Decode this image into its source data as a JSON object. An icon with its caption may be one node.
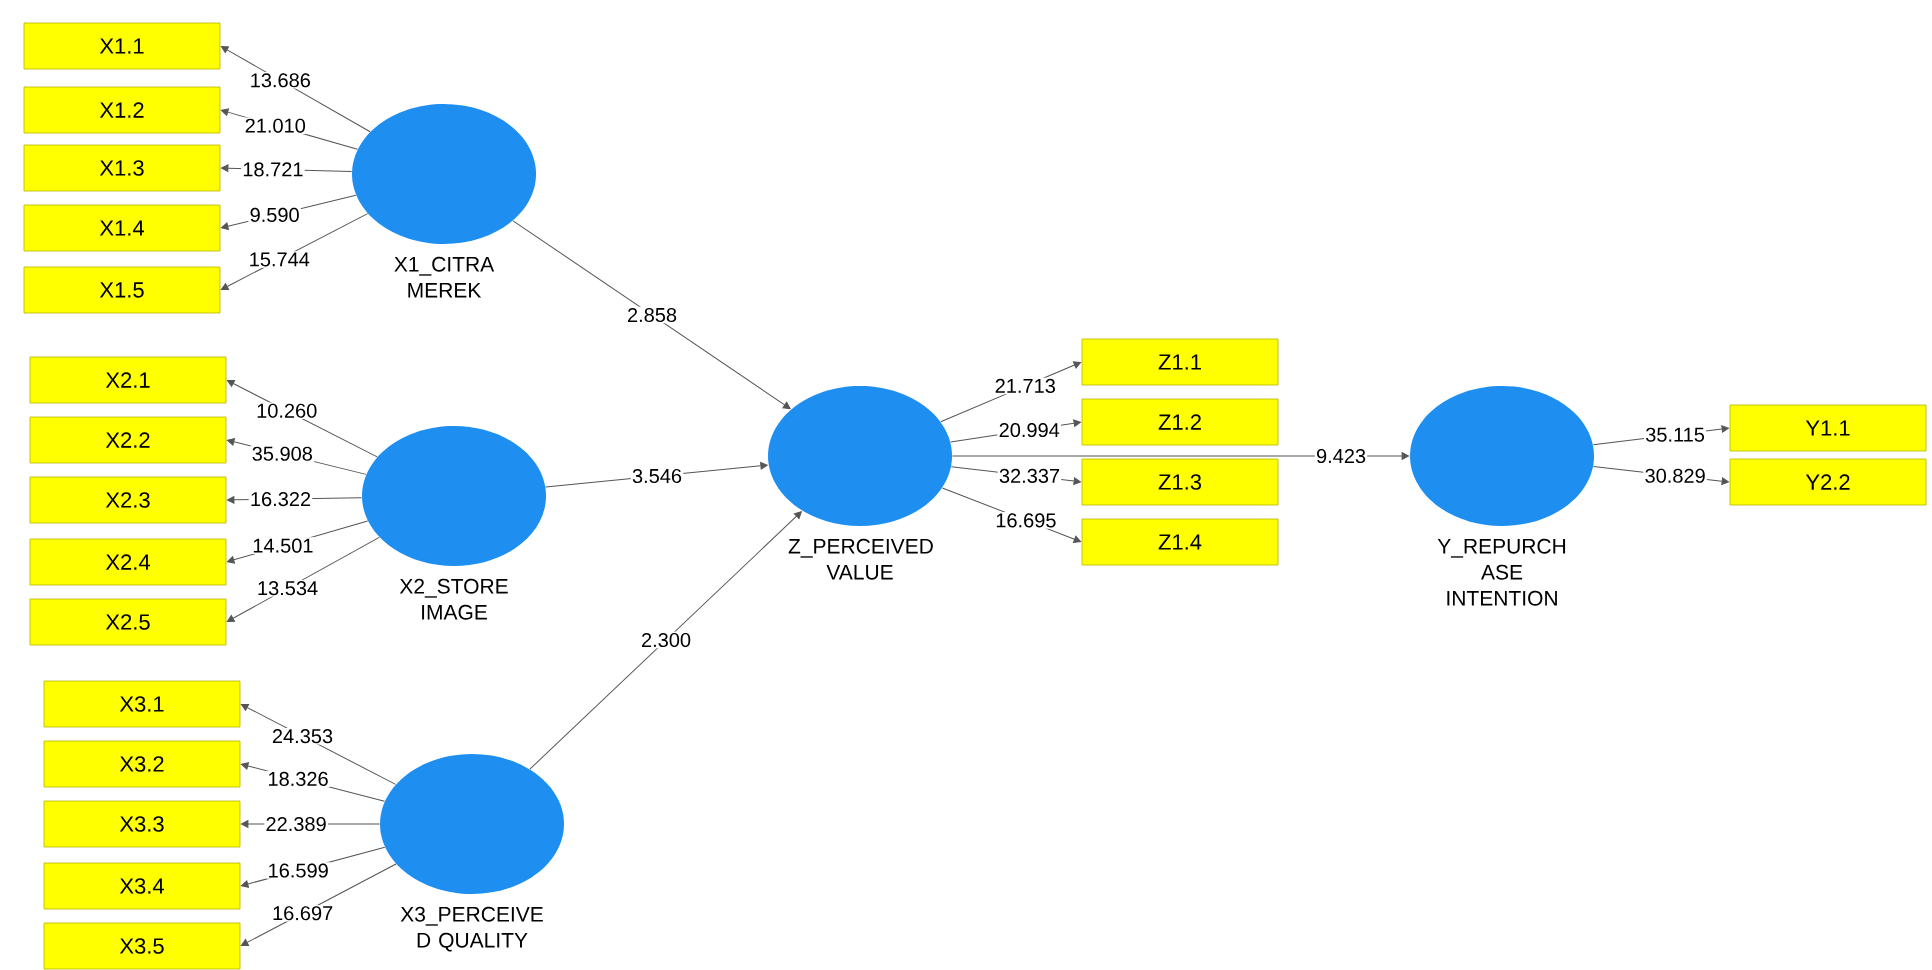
{
  "diagram": {
    "nodes": [
      {
        "text": [
          "X1.1"
        ]
      },
      {
        "text": [
          "X1.2"
        ]
      },
      {
        "text": [
          "X1.3"
        ]
      },
      {
        "text": [
          "X1.4"
        ]
      },
      {
        "text": [
          "X1.5"
        ]
      },
      {
        "text": [
          "X1_CITRA MEREK"
        ]
      },
      {
        "text": [
          "X2.1"
        ]
      },
      {
        "text": [
          "X2.2"
        ]
      },
      {
        "text": [
          "X2.3"
        ]
      },
      {
        "text": [
          "X2.4"
        ]
      },
      {
        "text": [
          "X2.5"
        ]
      },
      {
        "text": [
          "X2_STORE IMAGE"
        ]
      },
      {
        "text": [
          "X3.1"
        ]
      },
      {
        "text": [
          "X3.2"
        ]
      },
      {
        "text": [
          "X3.3"
        ]
      },
      {
        "text": [
          "X3.4"
        ]
      },
      {
        "text": [
          "X3.5"
        ]
      },
      {
        "text": [
          "X3_PERCEIVE D QUALITY"
        ]
      },
      {
        "text": [
          "Z_PERCEIVED VALUE"
        ]
      },
      {
        "text": [
          "Z1.1"
        ]
      },
      {
        "text": [
          "Z1.2"
        ]
      },
      {
        "text": [
          "Z1.3"
        ]
      },
      {
        "text": [
          "Z1.4"
        ]
      },
      {
        "text": [
          "Y_REPURCH ASE INTENTION"
        ]
      },
      {
        "text": [
          "Y1.1"
        ]
      },
      {
        "text": [
          "Y2.2"
        ]
      }
    ],
    "edges": [
      {
        "from": 5,
        "to": 0,
        "arrow": "to",
        "label": "13.686"
      },
      {
        "from": 5,
        "to": 1,
        "arrow": "to",
        "label": "21.010"
      },
      {
        "from": 5,
        "to": 2,
        "arrow": "to",
        "label": "18.721"
      },
      {
        "from": 5,
        "to": 3,
        "arrow": "to",
        "label": "9.590"
      },
      {
        "from": 5,
        "to": 4,
        "arrow": "to",
        "label": "15.744"
      },
      {
        "from": 11,
        "to": 6,
        "arrow": "to",
        "label": "10.260"
      },
      {
        "from": 11,
        "to": 7,
        "arrow": "to",
        "label": "35.908"
      },
      {
        "from": 11,
        "to": 8,
        "arrow": "to",
        "label": "16.322"
      },
      {
        "from": 11,
        "to": 9,
        "arrow": "to",
        "label": "14.501"
      },
      {
        "from": 11,
        "to": 10,
        "arrow": "to",
        "label": "13.534"
      },
      {
        "from": 17,
        "to": 12,
        "arrow": "to",
        "label": "24.353"
      },
      {
        "from": 17,
        "to": 13,
        "arrow": "to",
        "label": "18.326"
      },
      {
        "from": 17,
        "to": 14,
        "arrow": "to",
        "label": "22.389"
      },
      {
        "from": 17,
        "to": 15,
        "arrow": "to",
        "label": "16.599"
      },
      {
        "from": 17,
        "to": 16,
        "arrow": "to",
        "label": "16.697"
      },
      {
        "from": 5,
        "to": 18,
        "arrow": "to",
        "label": "2.858"
      },
      {
        "from": 11,
        "to": 18,
        "arrow": "to",
        "label": "3.546"
      },
      {
        "from": 17,
        "to": 18,
        "arrow": "to",
        "label": "2.300"
      },
      {
        "from": 18,
        "to": 19,
        "arrow": "to",
        "label": "21.713"
      },
      {
        "from": 18,
        "to": 20,
        "arrow": "to",
        "label": "20.994"
      },
      {
        "from": 18,
        "to": 21,
        "arrow": "to",
        "label": "32.337"
      },
      {
        "from": 18,
        "to": 22,
        "arrow": "to",
        "label": "16.695"
      },
      {
        "from": 18,
        "to": 23,
        "arrow": "to",
        "label": "9.423"
      },
      {
        "from": 23,
        "to": 24,
        "arrow": "to",
        "label": "35.115"
      },
      {
        "from": 23,
        "to": 25,
        "arrow": "to",
        "label": "30.829"
      }
    ]
  }
}
